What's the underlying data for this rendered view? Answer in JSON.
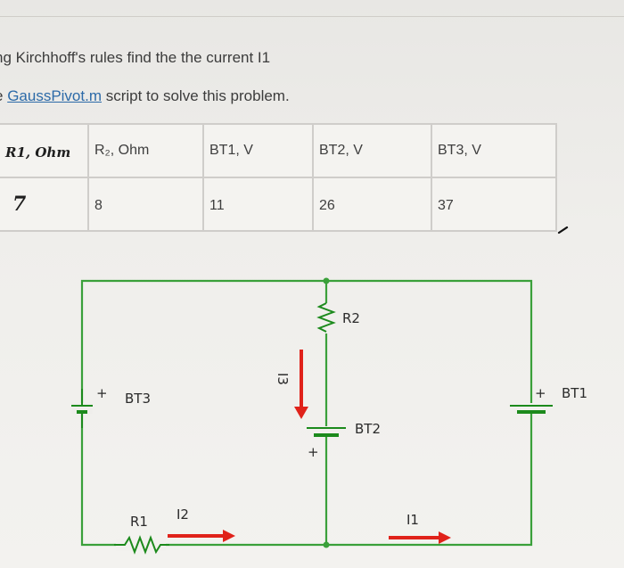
{
  "header": {
    "line1": "ng Kirchhoff's rules find the the current I1",
    "line2_prefix": "e ",
    "line2_link": "GaussPivot.m",
    "line2_suffix": " script to solve this problem."
  },
  "table": {
    "headers": [
      "R1, Ohm",
      "R₂, Ohm",
      "BT1, V",
      "BT2, V",
      "BT3, V"
    ],
    "values": [
      "7",
      "8",
      "11",
      "26",
      "37"
    ]
  },
  "circuit": {
    "labels": {
      "r1": "R1",
      "r2": "R2",
      "bt1": "BT1",
      "bt2": "BT2",
      "bt3": "BT3",
      "i1": "I1",
      "i2": "I2",
      "i3": "I3",
      "plus": "+"
    },
    "colors": {
      "wire": "#3aa03a",
      "arrow": "#e0221a",
      "resistor": "#1c8a1c",
      "node": "#3aa03a"
    }
  }
}
